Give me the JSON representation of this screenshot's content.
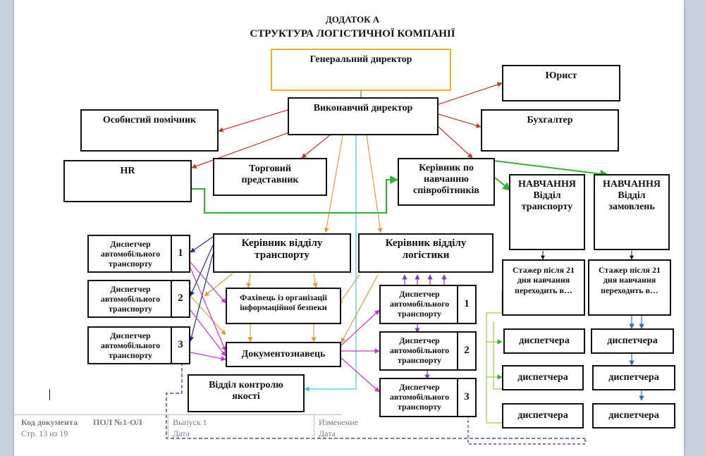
{
  "header": {
    "appendix": "ДОДАТОК А",
    "title": "СТРУКТУРА ЛОГІСТИЧНОЇ КОМПАНІЇ"
  },
  "nodes": {
    "general_director": "Генеральний директор",
    "lawyer": "Юрист",
    "executive_director": "Виконавчий директор",
    "personal_assistant": "Особистий помічник",
    "accountant": "Бухгалтер",
    "hr": "HR",
    "sales_rep": "Торговий представник",
    "training_head": "Керівник по навчанню співробітників",
    "training_transport": "НАВЧАННЯ Відділ транспорту",
    "training_orders": "НАВЧАННЯ Відділ замовлень",
    "transport_head": "Керівник відділу транспорту",
    "logistics_head": "Керівник відділу логістики",
    "security_specialist": "Фахівець із організації інформаційної безпеки",
    "doc_specialist": "Документознавець",
    "quality_dept": "Відділ контролю якості",
    "dispatcher_label": "Диспетчер автомобільного транспорту",
    "trainee_note": "Стажер після 21 дня навчання переходить в…",
    "dispatcher_short": "диспетчера"
  },
  "numbers": [
    "1",
    "2",
    "3"
  ],
  "footer": {
    "doc_code": "Код документа",
    "doc_code_value": "ПОЛ №1-ОЛ",
    "page": "Стр. 13 из 19",
    "issue": "Выпуск 1",
    "date1": "Дата",
    "change": "Изменение",
    "date2": "Дата"
  },
  "colors": {
    "red": "#c0392b",
    "orange": "#e09a3e",
    "green": "#2fb52f",
    "cyan": "#40c8dc",
    "magenta": "#cc33cc",
    "purple": "#7b3fb0",
    "navy": "#1f2e7a",
    "blue": "#2a6fb0",
    "olive": "#9acd50",
    "dark_red_dashed": "#8b1a3a",
    "border_yellow": "#f0b020"
  }
}
